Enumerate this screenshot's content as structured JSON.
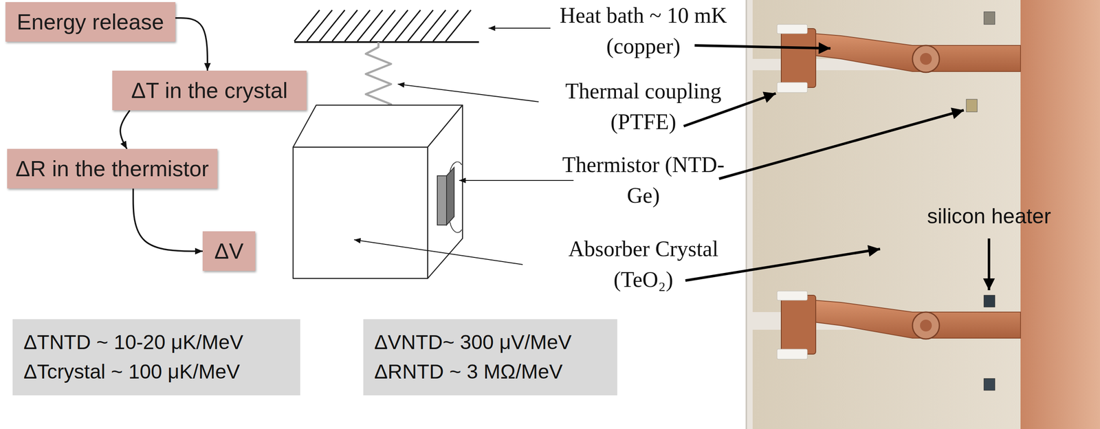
{
  "diagram": {
    "nodes": [
      {
        "text": [
          "Energy release"
        ]
      },
      {
        "text": [
          "ΔT in the crystal"
        ]
      },
      {
        "text": [
          "ΔR in the thermistor"
        ]
      },
      {
        "text": [
          "ΔV"
        ]
      },
      {
        "text": [
          "ΔTNTD ~ 10-20 μK/MeV",
          "ΔTcrystal ~ 100 μK/MeV"
        ]
      },
      {
        "text": [
          "ΔVNTD~ 300 μV/MeV",
          "ΔRNTD ~ 3 MΩ/MeV"
        ]
      }
    ],
    "edges": [
      {
        "from": 0,
        "to": 1,
        "arrow": "to"
      },
      {
        "from": 1,
        "to": 2,
        "arrow": "to"
      },
      {
        "from": 2,
        "to": 3,
        "arrow": "to"
      }
    ],
    "labels": [
      "Heat bath ~ 10 mK (copper)",
      "Thermal coupling (PTFE)",
      "Thermistor (NTD-Ge)",
      "Absorber Crystal (TeO₂)",
      "silicon heater"
    ]
  }
}
